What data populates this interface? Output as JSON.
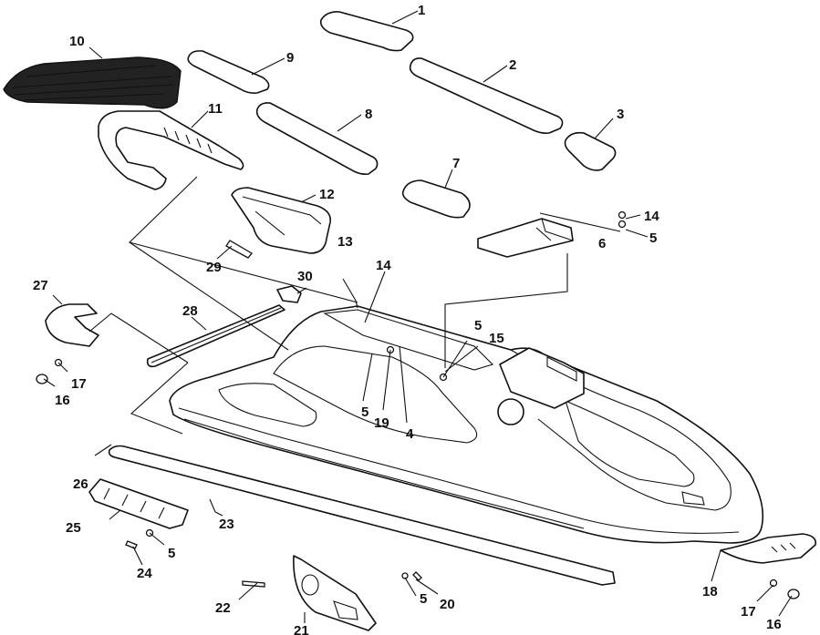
{
  "diagram": {
    "colors": {
      "line": "#111111",
      "background": "#ffffff",
      "mat": "#222222"
    },
    "callouts": {
      "c1": "1",
      "c2": "2",
      "c3": "3",
      "c4": "4",
      "c5a": "5",
      "c5b": "5",
      "c5c": "5",
      "c5d": "5",
      "c5e": "5",
      "c6": "6",
      "c7": "7",
      "c8": "8",
      "c9": "9",
      "c10": "10",
      "c11": "11",
      "c12": "12",
      "c13": "13",
      "c14a": "14",
      "c14b": "14",
      "c15": "15",
      "c16a": "16",
      "c16b": "16",
      "c17a": "17",
      "c17b": "17",
      "c18": "18",
      "c19": "19",
      "c20": "20",
      "c21": "21",
      "c22": "22",
      "c23": "23",
      "c24": "24",
      "c25": "25",
      "c26": "26",
      "c27": "27",
      "c28": "28",
      "c29": "29",
      "c30": "30"
    }
  }
}
